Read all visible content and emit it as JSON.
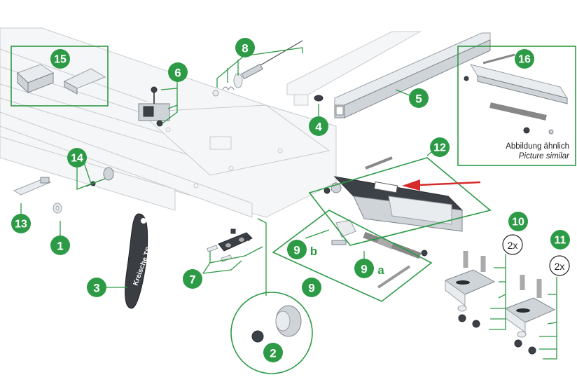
{
  "colors": {
    "green": "#2d9a46",
    "arrow": "#d52b2b",
    "dark_part": "#3c4148"
  },
  "callouts": [
    {
      "id": "1",
      "label": "1"
    },
    {
      "id": "2",
      "label": "2"
    },
    {
      "id": "3",
      "label": "3"
    },
    {
      "id": "4",
      "label": "4"
    },
    {
      "id": "5",
      "label": "5"
    },
    {
      "id": "6",
      "label": "6"
    },
    {
      "id": "7",
      "label": "7"
    },
    {
      "id": "8",
      "label": "8"
    },
    {
      "id": "9",
      "label": "9"
    },
    {
      "id": "9a",
      "label": "9",
      "suffix": "a"
    },
    {
      "id": "9b",
      "label": "9",
      "suffix": "b"
    },
    {
      "id": "10",
      "label": "10"
    },
    {
      "id": "11",
      "label": "11"
    },
    {
      "id": "12",
      "label": "12"
    },
    {
      "id": "13",
      "label": "13"
    },
    {
      "id": "14",
      "label": "14"
    },
    {
      "id": "15",
      "label": "15"
    },
    {
      "id": "16",
      "label": "16"
    }
  ],
  "quantities": {
    "item10": "2x",
    "item11": "2x"
  },
  "note": {
    "line1": "Abbildung ähnlich",
    "line2": "Picture similar"
  },
  "strap_text": "Kreische TS"
}
